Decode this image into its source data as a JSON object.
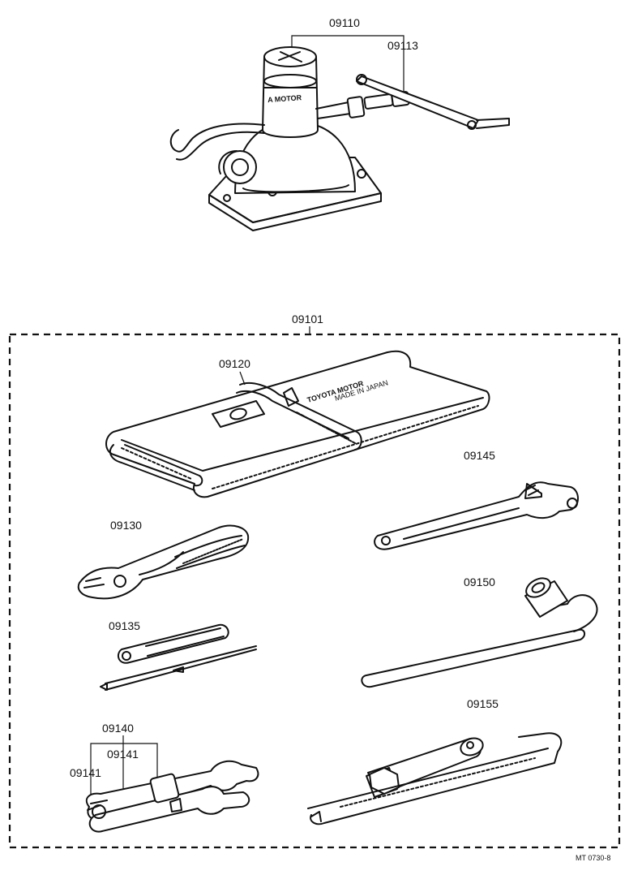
{
  "labels": {
    "jack": "09110",
    "jack_handle": "09113",
    "kit": "09101",
    "tool_bag": "09120",
    "pliers": "09130",
    "screwdriver": "09135",
    "wrench_set": "09140",
    "wrench_a": "09141",
    "wrench_b": "09141",
    "adjustable_wrench": "09145",
    "lug_wrench": "09150",
    "plug_wrench": "09155"
  },
  "markings": {
    "jack_text": "A MOTOR",
    "bag_brand": "TOYOTA MOTOR",
    "bag_sub": "MADE IN JAPAN"
  },
  "figure_code": "MT 0730-8",
  "colors": {
    "ink": "#111111",
    "paper": "#ffffff"
  }
}
